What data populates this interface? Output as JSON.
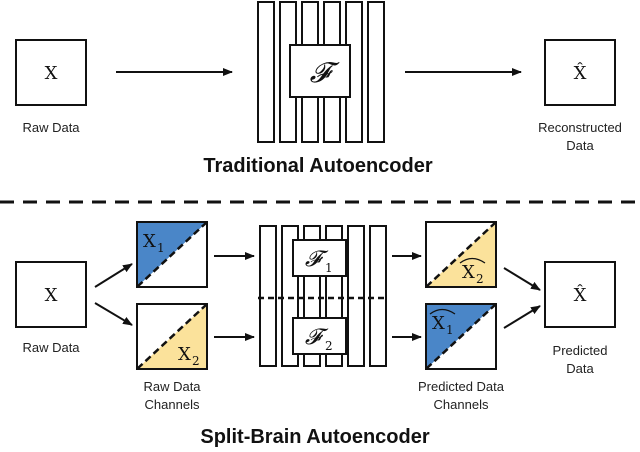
{
  "traditional": {
    "title": "Traditional Autoencoder",
    "input": {
      "symbol": "X",
      "label": "Raw Data"
    },
    "encoder": {
      "symbol": "𝓕"
    },
    "output": {
      "symbol": "X̂",
      "label_line1": "Reconstructed",
      "label_line2": "Data"
    }
  },
  "split_brain": {
    "title": "Split-Brain Autoencoder",
    "input": {
      "symbol": "X",
      "label": "Raw Data"
    },
    "channel_1": {
      "symbol": "X",
      "sub": "1"
    },
    "channel_2": {
      "symbol": "X",
      "sub": "2"
    },
    "channels_label_line1": "Raw Data",
    "channels_label_line2": "Channels",
    "encoder_1": {
      "symbol": "𝓕",
      "sub": "1"
    },
    "encoder_2": {
      "symbol": "𝓕",
      "sub": "2"
    },
    "pred_2": {
      "symbol": "X",
      "sub": "2"
    },
    "pred_1": {
      "symbol": "X",
      "sub": "1"
    },
    "pred_label_line1": "Predicted Data",
    "pred_label_line2": "Channels",
    "output": {
      "symbol": "X̂",
      "label_line1": "Predicted",
      "label_line2": "Data"
    }
  },
  "colors": {
    "blue_channel": "#4a86c8",
    "yellow_channel": "#fbe29b",
    "stroke": "#111111"
  }
}
